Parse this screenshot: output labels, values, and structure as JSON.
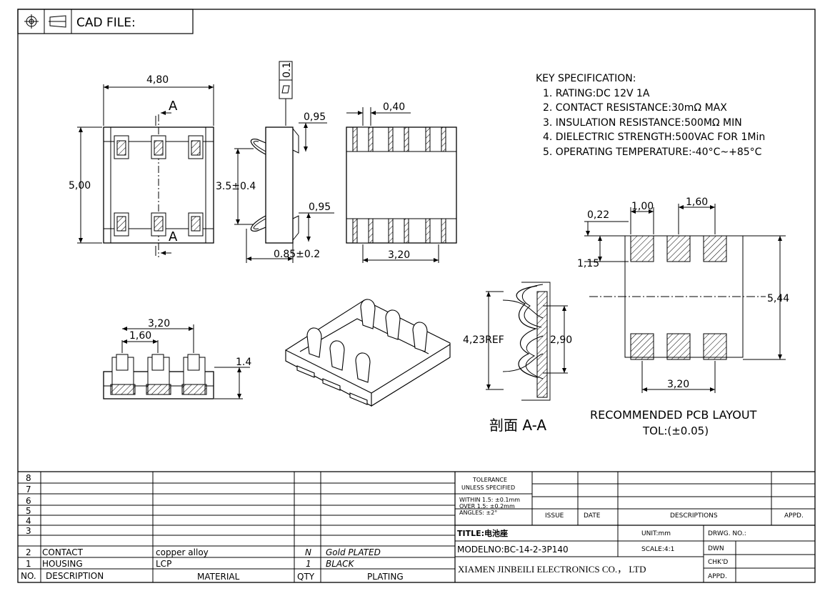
{
  "header": {
    "cad_label": "CAD FILE:",
    "symbol_icon": "projection-symbol-icon"
  },
  "dimensions": {
    "top_width": "4,80",
    "section_marker": "A",
    "section_marker_bottom": "A",
    "height_left": "5,00",
    "flatness_value": "0.1",
    "side_top": "0,95",
    "side_bottom": "0,95",
    "side_height": "3.5±0.4",
    "side_depth": "0.85±0.2",
    "pin_width": "0,40",
    "pitch_total": "3,20",
    "front_pitch_total": "3,20",
    "front_pitch": "1,60",
    "front_height": "1.4",
    "section_ref": "4,23REF",
    "section_inner": "2,90",
    "section_title": "剖面 A-A"
  },
  "spec": {
    "title": "KEY SPECIFICATION:",
    "items": [
      "1. RATING:DC 12V   1A",
      "2. CONTACT RESISTANCE:30mΩ MAX",
      "3. INSULATION RESISTANCE:500MΩ MIN",
      "4. DIELECTRIC STRENGTH:500VAC FOR 1Min",
      "5. OPERATING TEMPERATURE:-40°C~+85°C"
    ]
  },
  "pcb": {
    "pad_width": "1,00",
    "pitch": "1,60",
    "offset": "0,22",
    "pad_height": "1,15",
    "total_height": "5,44",
    "total_width": "3,20",
    "title": "RECOMMENDED PCB LAYOUT",
    "tolerance": "TOL:(±0.05)"
  },
  "bom": {
    "empty_rows": [
      "8",
      "7",
      "6",
      "5",
      "4",
      "3"
    ],
    "rows": [
      {
        "no": "2",
        "desc": "CONTACT",
        "material": "copper alloy",
        "qty": "N",
        "plating": "Gold PLATED"
      },
      {
        "no": "1",
        "desc": "HOUSING",
        "material": "LCP",
        "qty": "1",
        "plating": "BLACK"
      }
    ],
    "headers": {
      "no": "NO.",
      "desc": "DESCRIPTION",
      "material": "MATERIAL",
      "qty": "QTY",
      "plating": "PLATING"
    }
  },
  "title_block": {
    "tolerance_title": "TOLERANCE",
    "tolerance_sub": "UNLESS SPECIFIED",
    "within": "WITHIN 1.5: ±0.1mm",
    "over": "OVER 1.5:  ±0.2mm",
    "angles": "ANGLES: ±2°",
    "issue": "ISSUE",
    "date": "DATE",
    "descriptions": "DESCRIPTIONS",
    "appd_col": "APPD.",
    "title": "TITLE:电池座",
    "unit": "UNIT:mm",
    "drwg": "DRWG. NO.:",
    "model": "MODELNO:BC-14-2-3P140",
    "scale": "SCALE:4:1",
    "dwn": "DWN",
    "company": "XIAMEN JINBEILI ELECTRONICS CO.， LTD",
    "chkd": "CHK'D",
    "appd": "APPD."
  }
}
